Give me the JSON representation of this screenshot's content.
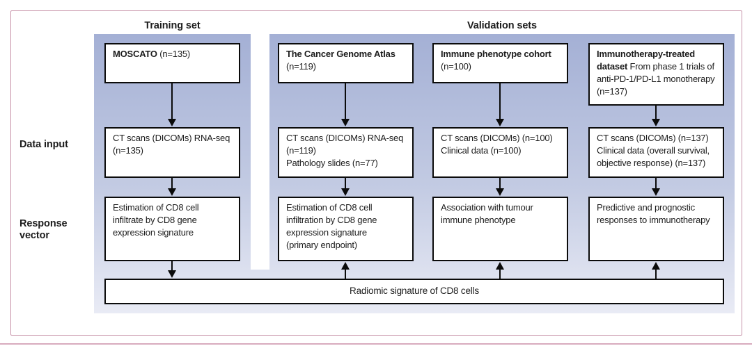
{
  "figure": {
    "headers": {
      "training": "Training set",
      "validation": "Validation sets"
    },
    "row_labels": {
      "data_input": "Data input",
      "response_vector": "Response vector"
    },
    "columns": [
      {
        "group": "training",
        "dataset": {
          "name": "MOSCATO",
          "detail": " (n=135)"
        },
        "data_input": "CT scans (DICOMs) RNA-seq\n(n=135)",
        "response": "Estimation of CD8 cell\ninfiltrate by CD8 gene\nexpression signature",
        "signature_link": "down"
      },
      {
        "group": "validation",
        "dataset": {
          "name": "The Cancer Genome Atlas",
          "detail": "\n(n=119)"
        },
        "data_input": "CT scans (DICOMs) RNA-seq\n(n=119)\nPathology slides (n=77)",
        "response": "Estimation of CD8 cell\ninfiltration by CD8 gene\nexpression signature\n(primary endpoint)",
        "signature_link": "up"
      },
      {
        "group": "validation",
        "dataset": {
          "name": "Immune phenotype cohort",
          "detail": "\n(n=100)"
        },
        "data_input": "CT scans (DICOMs) (n=100)\nClinical data (n=100)",
        "response": "Association with tumour\nimmune phenotype",
        "signature_link": "up"
      },
      {
        "group": "validation",
        "dataset": {
          "name": "Immunotherapy-treated\ndataset",
          "detail": " From phase 1 trials of\nanti-PD-1/PD-L1 monotherapy\n(n=137)"
        },
        "data_input": "CT scans (DICOMs) (n=137)\nClinical data (overall survival,\nobjective response) (n=137)",
        "response": "Predictive and prognostic\nresponses to immunotherapy",
        "signature_link": "up"
      }
    ],
    "signature_box": {
      "label": "Radiomic signature of CD8 cells"
    },
    "colors": {
      "panel_gradient_top": "#a4b0d5",
      "panel_gradient_bottom": "#e9ebf5",
      "frame_border": "#c793a9",
      "page_rule": "#d8abbe",
      "box_border": "#0b0b0b",
      "box_background": "#ffffff",
      "text": "#1c1c1c"
    }
  }
}
